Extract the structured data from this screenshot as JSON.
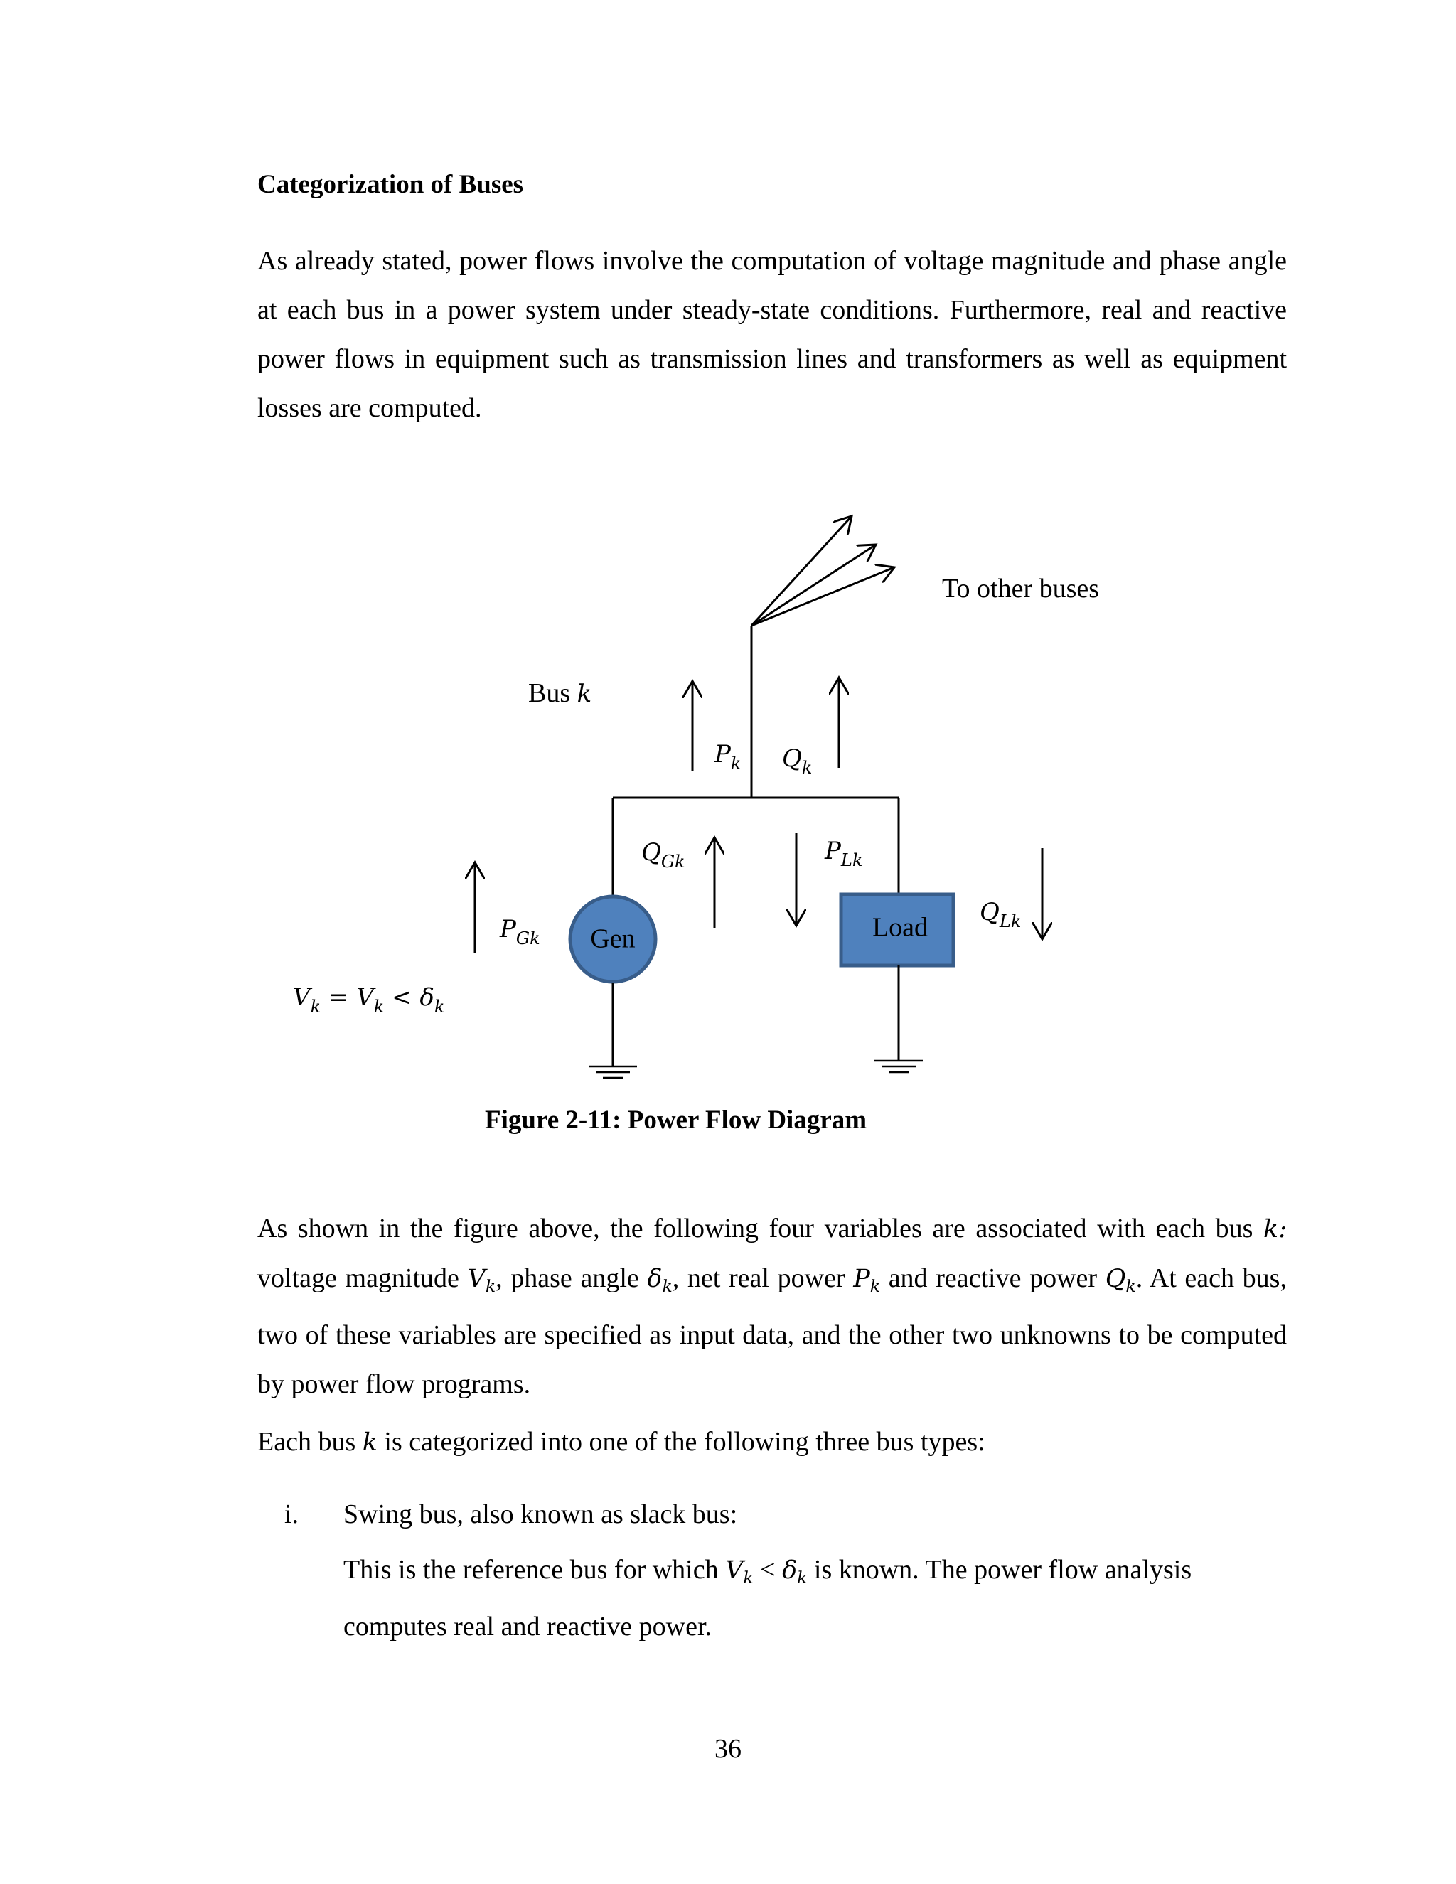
{
  "heading": "Categorization of Buses",
  "intro_paragraph": "As already stated, power flows involve the computation of voltage magnitude and phase angle at each bus in a power system under steady-state conditions. Furthermore, real and reactive power flows in equipment such as transmission lines and transformers as well as equipment losses are computed.",
  "diagram": {
    "to_other_buses": "To other buses",
    "bus_label": "Bus",
    "bus_var": "k",
    "gen_label": "Gen",
    "load_label": "Load",
    "p_k": "P",
    "p_k_sub": "k",
    "q_k": "Q",
    "q_k_sub": "k",
    "q_gk": "Q",
    "q_gk_sub": "Gk",
    "p_lk": "P",
    "p_lk_sub": "Lk",
    "p_gk": "P",
    "p_gk_sub": "Gk",
    "q_lk": "Q",
    "q_lk_sub": "Lk",
    "voltage_eq": "V",
    "voltage_eq_sub": "k",
    "voltage_eq_mid": " = ",
    "voltage_eq_v": "V",
    "voltage_eq_v_sub": "k",
    "voltage_eq_angle": " < δ",
    "voltage_eq_angle_sub": "k"
  },
  "caption": "Figure 2-11: Power Flow Diagram",
  "para2": {
    "t1": "As shown in the figure above, the following four variables are associated with each bus ",
    "t1_var": "k:",
    "t2": " voltage magnitude ",
    "v": "V",
    "v_sub": "k",
    "t3": ", phase angle ",
    "delta": "δ",
    "delta_sub": "k",
    "t4": ", net real power ",
    "p": "P",
    "p_sub": "k",
    "t5": " and reactive power ",
    "q": "Q",
    "q_sub": "k",
    "t6": ". At each bus, two of these variables are specified as input data, and the other two unknowns to be computed by power flow programs."
  },
  "para3": {
    "t1": "Each bus ",
    "var": "k",
    "t2": " is categorized into one of the following three bus types:"
  },
  "list": {
    "number": "i.",
    "title": "Swing bus, also known as slack bus:",
    "b1": "This is the reference bus for which ",
    "v": "V",
    "v_sub": "k",
    "lt": " < ",
    "delta": "δ",
    "delta_sub": "k",
    "b2": " is known. The power flow analysis computes real and reactive power."
  },
  "page_number": "36",
  "colors": {
    "node_fill": "#4f81bd",
    "node_stroke": "#385d8a"
  }
}
